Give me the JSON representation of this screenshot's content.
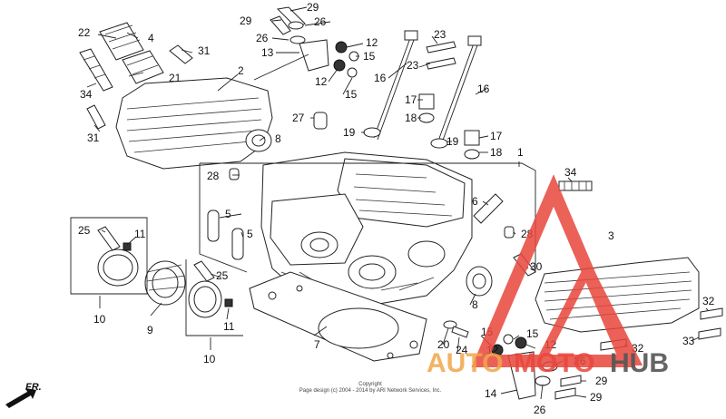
{
  "callouts": {
    "c2": "2",
    "c3": "3",
    "c4": "4",
    "c5a": "5",
    "c5b": "5",
    "c6": "6",
    "c7": "7",
    "c8a": "8",
    "c8b": "8",
    "c9": "9",
    "c10a": "10",
    "c10b": "10",
    "c11a": "11",
    "c11b": "11",
    "c12a": "12",
    "c12b": "12",
    "c12c": "12",
    "c12d": "12",
    "c13": "13",
    "c14": "14",
    "c15a": "15",
    "c15b": "15",
    "c15c": "15",
    "c16a": "16",
    "c16b": "16",
    "c17a": "17",
    "c17b": "17",
    "c18a": "18",
    "c18b": "18",
    "c19a": "19",
    "c19b": "19",
    "c20": "20",
    "c21": "21",
    "c22": "22",
    "c23a": "23",
    "c23b": "23",
    "c24": "24",
    "c25a": "25",
    "c25b": "25",
    "c26a": "26",
    "c26b": "26",
    "c26c": "26",
    "c26d": "26",
    "c27": "27",
    "c28a": "28",
    "c28b": "28",
    "c29a": "29",
    "c29b": "29",
    "c29c": "29",
    "c29d": "29",
    "c30": "30",
    "c31a": "31",
    "c31b": "31",
    "c32a": "32",
    "c32b": "32",
    "c33": "33",
    "c34a": "34",
    "c34b": "34",
    "c1": "1"
  },
  "fr_label": "FR.",
  "copyright": "Copyright\nPage design (c) 2004 - 2014 by ARI Network Services, Inc.",
  "watermark": {
    "text_a": "AUTO",
    "text_b": "MOTO",
    "text_c": "HUB",
    "color_red": "#e8463c",
    "color_orange": "#f0a64a",
    "color_gray": "#555555"
  }
}
